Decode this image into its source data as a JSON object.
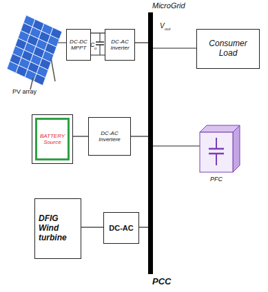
{
  "diagram": {
    "nodes": [
      {
        "text": [
          "DC-DC MPPT"
        ]
      },
      {
        "text": [
          "DC-AC Inverter"
        ]
      },
      {
        "text": [
          "MicroGrid",
          "PCC"
        ]
      },
      {
        "text": [
          "Consumer Load"
        ]
      },
      {
        "text": [
          "BATTERY Source"
        ]
      },
      {
        "text": [
          "DC-AC Invertere"
        ]
      },
      {
        "text": [
          "PFC"
        ]
      },
      {
        "text": [
          "DFIG Wind turbine"
        ]
      },
      {
        "text": [
          "DC-AC"
        ]
      }
    ],
    "edges": [
      {
        "from": 0,
        "to": 1,
        "arrow": "none"
      },
      {
        "from": 1,
        "to": 2,
        "arrow": "none"
      },
      {
        "from": 2,
        "to": 3,
        "arrow": "none"
      },
      {
        "from": 4,
        "to": 5,
        "arrow": "none"
      },
      {
        "from": 5,
        "to": 2,
        "arrow": "none"
      },
      {
        "from": 2,
        "to": 6,
        "arrow": "none"
      },
      {
        "from": 7,
        "to": 8,
        "arrow": "none"
      },
      {
        "from": 8,
        "to": 2,
        "arrow": "none"
      }
    ],
    "labels": [
      "PV array",
      "V",
      "out",
      "C",
      "o"
    ]
  }
}
